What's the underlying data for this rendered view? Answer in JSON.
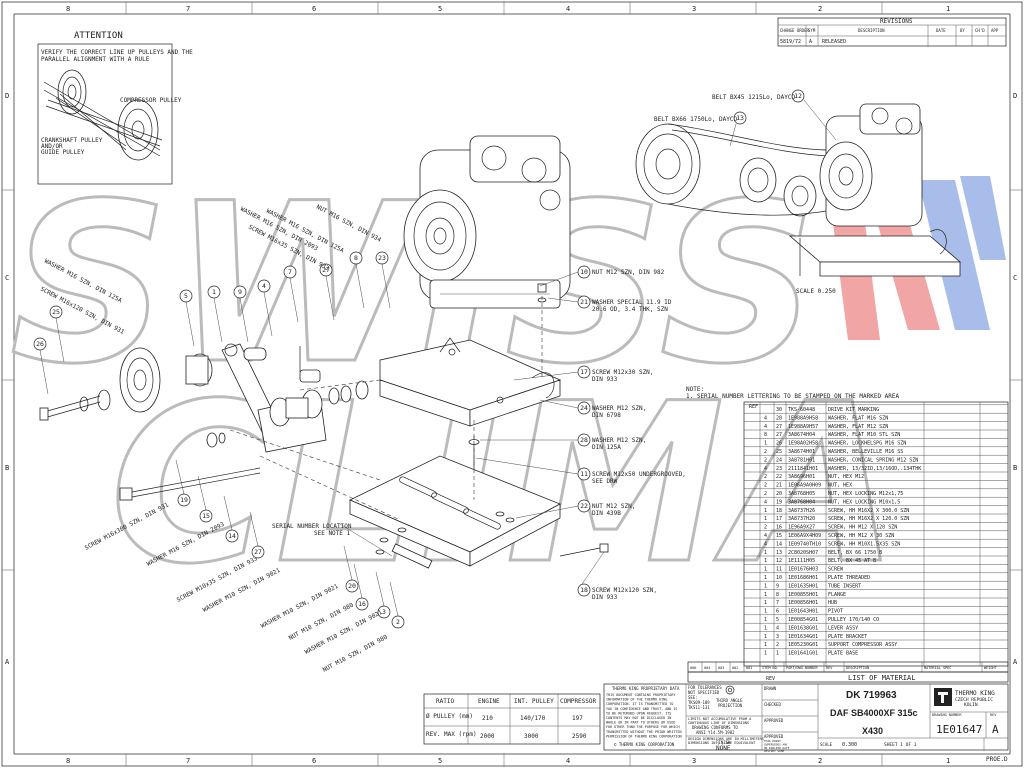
{
  "border": {
    "columns": [
      "8",
      "7",
      "6",
      "5",
      "4",
      "3",
      "2",
      "1"
    ],
    "rows": [
      "D",
      "C",
      "B",
      "A"
    ]
  },
  "attention": {
    "title": "ATTENTION",
    "note": [
      "VERIFY THE CORRECT LINE UP PULLEYS AND THE",
      "PARALLEL ALIGNMENT WITH A RULE"
    ],
    "compressor_label": "COMPRESSOR PULLEY",
    "crank_label": [
      "CRANKSHAFT PULLEY",
      "AND/OR",
      "GUIDE PULLEY"
    ]
  },
  "revisions": {
    "title": "REVISIONS",
    "headers": [
      "CHANGE ORDER",
      "SYM",
      "DESCRIPTION",
      "DATE",
      "BY",
      "CH'D",
      "APP"
    ],
    "row": [
      "5819/72",
      "A",
      "RELEASED",
      "",
      "",
      "",
      ""
    ]
  },
  "belts": [
    {
      "num": "12",
      "label": "BELT BX45 1215Lo, DAYCO"
    },
    {
      "num": "13",
      "label": "BELT BX66 1750Lo, DAYCO"
    }
  ],
  "scale_label": "SCALE  0.250",
  "callouts_right": [
    {
      "num": "10",
      "lines": [
        "NUT M12 SZN, DIN 982"
      ]
    },
    {
      "num": "21",
      "lines": [
        "WASHER SPECIAL 11.9 ID",
        "20.6 OD, 3.4 THK, SZN"
      ]
    },
    {
      "num": "17",
      "lines": [
        "SCREW M12x30 SZN,",
        "DIN 933"
      ]
    },
    {
      "num": "24",
      "lines": [
        "WASHER M12 SZN,",
        "DIN 6798"
      ]
    },
    {
      "num": "28",
      "lines": [
        "WASHER M12 SZN,",
        "DIN 125A"
      ]
    },
    {
      "num": "11",
      "lines": [
        "SCREW M12x50 UNDERGROOVED,",
        "SEE DRW"
      ]
    },
    {
      "num": "22",
      "lines": [
        "NUT M12 SZN,",
        "DIN 439B"
      ]
    },
    {
      "num": "18",
      "lines": [
        "SCREW M12x120 SZN,",
        "DIN 933"
      ]
    }
  ],
  "callouts_left": [
    {
      "num": "26",
      "label": "WASHER M16 SZN, DIN 125A"
    },
    {
      "num": "25",
      "label": "SCREW M16x120 SZN, DIN 931"
    },
    {
      "num": "5",
      "label": ""
    },
    {
      "num": "1",
      "label": ""
    },
    {
      "num": "9",
      "label": ""
    },
    {
      "num": "4",
      "label": ""
    },
    {
      "num": "7",
      "label": "WASHER M16 SZN, DIN 2093"
    },
    {
      "num": "27",
      "label": "SCREW M16x35 SZN, DIN 933"
    },
    {
      "num": "8",
      "label": "WASHER M16 SZN, DIN 125A"
    },
    {
      "num": "23",
      "label": "NUT M16 SZN, DIN 934"
    }
  ],
  "callouts_bottom": [
    {
      "num": "19",
      "label": "SCREW M16x300 SZN, DIN 931"
    },
    {
      "num": "15",
      "label": "WASHER M16 SZN, DIN 2093"
    },
    {
      "num": "14",
      "label": "SCREW M10x35 SZN, DIN 933"
    },
    {
      "num": "27",
      "label": "WASHER M10 SZN, DIN 9021"
    },
    {
      "num": "20",
      "label": "WASHER M10 SZN, DIN 9021"
    },
    {
      "num": "16",
      "label": "NUT M10 SZN, DIN 980"
    },
    {
      "num": "3",
      "label": "WASHER M10 SZN, DIN 9021"
    },
    {
      "num": "2",
      "label": "NUT M10 SZN, DIN 980"
    }
  ],
  "serial_note": [
    "SERIAL NUMBER LOCATION",
    "SEE NOTE 1"
  ],
  "note": {
    "title": "NOTE:",
    "text": "1. SERIAL NUMBER LETTERING TO BE STAMPED ON THE MARKED AREA"
  },
  "bom": {
    "header_ref": "REF",
    "rows": [
      [
        "",
        "",
        "30",
        "TKS-60448",
        "DRIVE KIT MARKING"
      ],
      [
        "",
        "4",
        "28",
        "1E988A9H58",
        "WASHER, FLAT M16 SZN"
      ],
      [
        "",
        "4",
        "27",
        "1E988A9H57",
        "WASHER, FLAT M12 SZN"
      ],
      [
        "",
        "8",
        "27",
        "3A8674H04",
        "WASHER, FLAT M10 STL SZN"
      ],
      [
        "",
        "1",
        "26",
        "1E98A02H58",
        "WASHER, LOCKHELSPG M16 SZN"
      ],
      [
        "",
        "2",
        "25",
        "3A8674H01",
        "WASHER, BELLEVILLE M16 SS"
      ],
      [
        "",
        "2",
        "24",
        "3A8781H01",
        "WASHER, CONICAL SPRING M12 SZN"
      ],
      [
        "",
        "4",
        "23",
        "2111841H01",
        "WASHER, 13/32ID,13/16OD,.134THK"
      ],
      [
        "",
        "2",
        "22",
        "3A8696H01",
        "NUT, HEX M12"
      ],
      [
        "",
        "2",
        "21",
        "1E06A9A0H09",
        "NUT, HEX"
      ],
      [
        "",
        "2",
        "20",
        "3A8768H05",
        "NUT, HEX LOCKING M12x1,75"
      ],
      [
        "",
        "4",
        "19",
        "3A8768H04",
        "NUT, HEX LOCKING M10x1,5"
      ],
      [
        "",
        "1",
        "18",
        "3A8737H26",
        "SCREW, HH M16X2 X 300.0 SZN"
      ],
      [
        "",
        "1",
        "17",
        "3A8737H20",
        "SCREW, HH M16X2 X 120.0 SZN"
      ],
      [
        "",
        "2",
        "16",
        "1E96A9X27",
        "SCREW, HH M12 X 120 SZN"
      ],
      [
        "",
        "4",
        "15",
        "1E06A9X4H09",
        "SCREW, HH M12 X 30 SZN"
      ],
      [
        "",
        "4",
        "14",
        "1E09740TH10",
        "SCREW, HH M10X1.5X35 SZN"
      ],
      [
        "",
        "1",
        "13",
        "2C8020SH07",
        "BELT, BX 66 1750 B"
      ],
      [
        "",
        "1",
        "12",
        "1E1111H05",
        "BELT, BX 45 AT B"
      ],
      [
        "",
        "1",
        "11",
        "1E01676H03",
        "SCREW"
      ],
      [
        "",
        "1",
        "10",
        "1E01686H01",
        "PLATE THREADED"
      ],
      [
        "",
        "1",
        "9",
        "1E01635H01",
        "TUBE INSERT"
      ],
      [
        "",
        "1",
        "8",
        "1E00855H01",
        "FLANGE"
      ],
      [
        "",
        "1",
        "7",
        "1E00856H01",
        "HUB"
      ],
      [
        "",
        "1",
        "6",
        "1E01643H01",
        "PIVOT"
      ],
      [
        "",
        "1",
        "5",
        "1E00854G01",
        "PULLEY 170/140 CO"
      ],
      [
        "",
        "1",
        "4",
        "1E01638G01",
        "LEVER ASSY"
      ],
      [
        "",
        "1",
        "3",
        "1E01634G01",
        "PLATE BRACKET"
      ],
      [
        "",
        "1",
        "2",
        "1E05230G01",
        "SUPPORT COMPRESSOR ASSY"
      ],
      [
        "",
        "1",
        "1",
        "1E01641G01",
        "PLATE BASE"
      ]
    ],
    "footer_cols": [
      "006",
      "004",
      "003",
      "002",
      "001",
      "ITEM NO.",
      "PART/DWG NUMBER",
      "REV",
      "DESCRIPTION",
      "MATERIAL SPEC",
      "WEIGHT"
    ],
    "title": "LIST OF MATERIAL"
  },
  "ratio_table": {
    "headers": [
      "RATIO",
      "ENGINE",
      "INT. PULLEY",
      "COMPRESSOR"
    ],
    "rows": [
      [
        "Ø PULLEY (mm)",
        "210",
        "140/170",
        "197"
      ],
      [
        "REV. MAX (rpm)",
        "2000",
        "3000",
        "2590"
      ]
    ]
  },
  "title_block": {
    "proprietary_title": "THERMO KING PROPRIETARY DATA",
    "proprietary_text": [
      "THIS DOCUMENT CONTAINS PROPRIETARY",
      "INFORMATION OF THE THERMO KING",
      "CORPORATION. IT IS TRANSMITTED TO",
      "YOU IN CONFIDENCE AND TRUST, AND IS",
      "TO BE RETURNED UPON REQUEST. ITS",
      "CONTENTS MAY NOT BE DISCLOSED IN",
      "WHOLE OR IN PART TO OTHERS OR USED",
      "FOR OTHER THAN THE PURPOSE FOR WHICH",
      "TRANSMITTED WITHOUT THE PRIOR WRITTEN",
      "PERMISSION OF THERMO KING CORPORATION"
    ],
    "copyright": "© THERMO KING CORPORATION",
    "tolerance": [
      "FOR TOLERANCES",
      "NOT SPECIFIED",
      "SEE:",
      "TKS09-109",
      "TKS11-131"
    ],
    "projection": [
      "THIRD ANGLE",
      "PROJECTION"
    ],
    "limits": [
      "LIMITS NOT ACCUMULATIVE FROM A",
      "CONTINUOUS LINE OF DIMENSIONS"
    ],
    "conform": [
      "DRAWING CONFORMS TO",
      "ANSI Y14.5M-1982"
    ],
    "design_note": [
      "DESIGN DIMENSIONS ARE IN MILLIMETERS",
      "DIMENSIONS IN [ ] ARE EQUIVALENT"
    ],
    "finish_label": "FINISH",
    "finish_value": "NONE",
    "roles": [
      "DRAWN",
      "CHECKED",
      "APPROVED",
      "APPROVED"
    ],
    "prev_parts": [
      "THIS PRINT",
      "SUPERSEDES ANY",
      "OR EARLIER DATE",
      "DESTROY SAME"
    ],
    "dk_number": "DK 719963",
    "desc_line1": "DAF SB4000XF 315c",
    "desc_line2": "X430",
    "company": [
      "THERMO KING",
      "CZECH REPUBLIC",
      "KOLIN"
    ],
    "drawing_number_label": "DRAWING NUMBER",
    "rev_label": "REV",
    "drawing_number": "1E01647",
    "rev_value": "A",
    "scale_label": "SCALE",
    "scale_value": "0.300",
    "sheet_label": "SHEET 1 OF 1",
    "proe": "PROE.D"
  },
  "watermark": {
    "line1": "SWISS",
    "line2": "CLIMA"
  },
  "colors": {
    "watermark_red": "#e23a3a",
    "watermark_blue": "#3f6fd0",
    "line": "#222222"
  }
}
